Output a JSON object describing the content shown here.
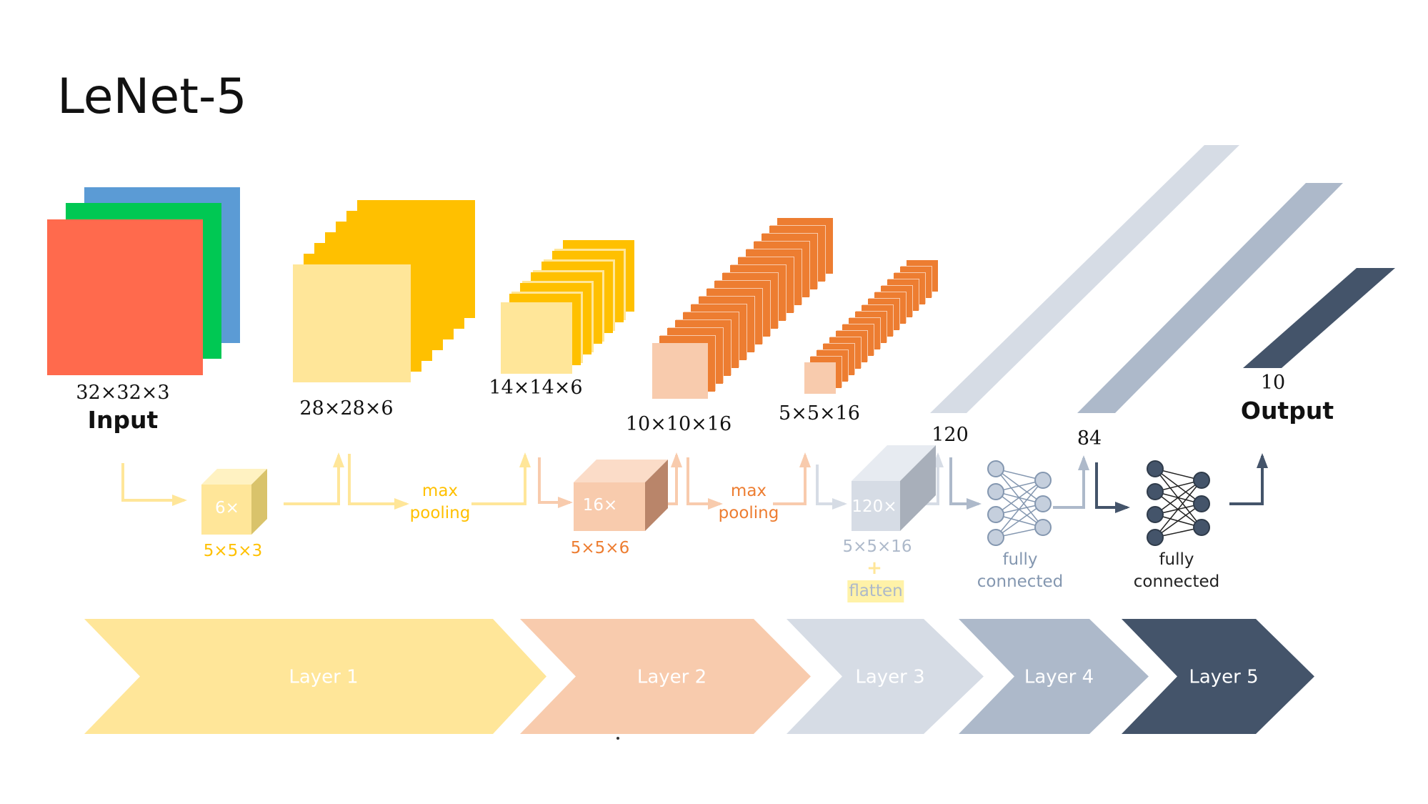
{
  "title": "LeNet-5",
  "colors": {
    "input_red": "#FF6A4D",
    "input_green": "#00C853",
    "input_blue": "#5B9BD5",
    "layer1_light": "#FFE699",
    "layer1_dark": "#FFC000",
    "layer2_light": "#F8CBAD",
    "layer2_dark": "#ED7D31",
    "layer3": "#D6DCE5",
    "layer4": "#ADB9CA",
    "layer5": "#44546A"
  },
  "stages": {
    "input": {
      "dim": "32×32×3",
      "name": "Input"
    },
    "conv1": {
      "dim": "28×28×6"
    },
    "pool1": {
      "dim": "14×14×6"
    },
    "conv2": {
      "dim": "10×10×16"
    },
    "pool2": {
      "dim": "5×5×16"
    },
    "fc120": {
      "dim": "120"
    },
    "fc84": {
      "dim": "84"
    },
    "output": {
      "dim": "10",
      "name": "Output"
    }
  },
  "ops": {
    "conv1": {
      "count": "6×",
      "kernel": "5×5×3"
    },
    "pool1": {
      "label": "max\npooling"
    },
    "conv2": {
      "count": "16×",
      "kernel": "5×5×6"
    },
    "pool2": {
      "label": "max\npooling"
    },
    "conv3": {
      "count": "120×",
      "kernel": "5×5×16",
      "plus": "+",
      "flatten": "flatten"
    },
    "fc1": {
      "label": "fully\nconnected"
    },
    "fc2": {
      "label": "fully\nconnected"
    }
  },
  "layers": [
    "Layer 1",
    "Layer 2",
    "Layer 3",
    "Layer 4",
    "Layer 5"
  ]
}
